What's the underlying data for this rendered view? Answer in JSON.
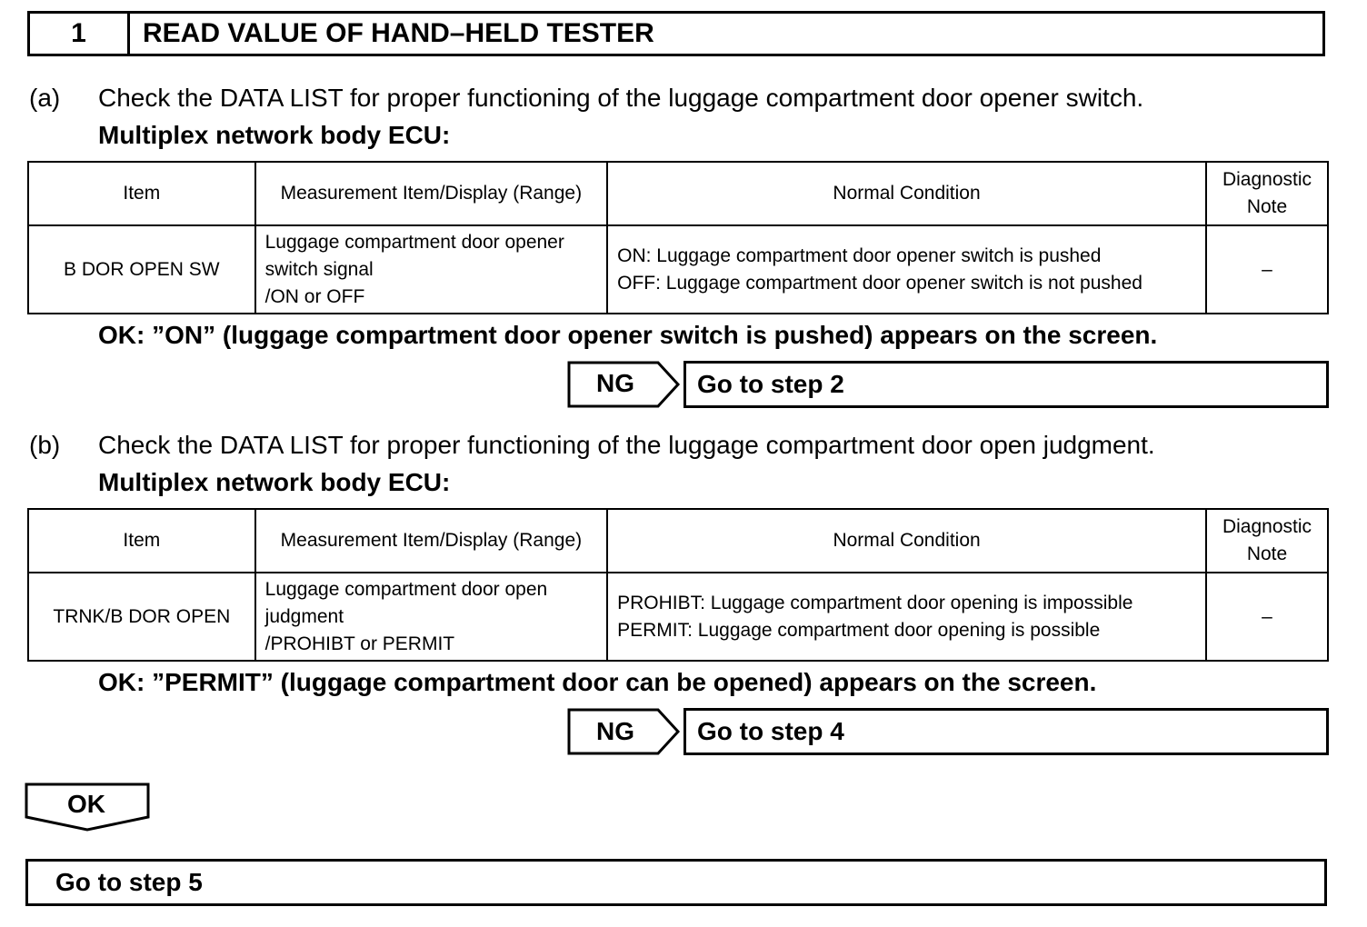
{
  "step": {
    "number": "1",
    "title": "READ VALUE OF HAND–HELD TESTER"
  },
  "part_a": {
    "label": "(a)",
    "instruction": "Check the DATA LIST for proper functioning of the luggage compartment door opener switch.",
    "subheading": "Multiplex network body ECU:",
    "table": {
      "headers": [
        "Item",
        "Measurement Item/Display (Range)",
        "Normal Condition",
        "Diagnostic",
        "Note"
      ],
      "row": {
        "item": "B DOR OPEN SW",
        "measurement": [
          "Luggage compartment door opener",
          "switch signal",
          "/ON or OFF"
        ],
        "normal": [
          "ON: Luggage compartment door opener switch is pushed",
          "OFF: Luggage compartment door opener switch is not pushed"
        ],
        "note": "–"
      }
    },
    "ok": "OK: ”ON” (luggage compartment door opener switch is pushed) appears on the screen.",
    "ng_label": "NG",
    "ng_goto": "Go to step 2"
  },
  "part_b": {
    "label": "(b)",
    "instruction": "Check the DATA LIST for proper functioning of the luggage compartment door open judgment.",
    "subheading": "Multiplex network body ECU:",
    "table": {
      "headers": [
        "Item",
        "Measurement Item/Display (Range)",
        "Normal Condition",
        "Diagnostic",
        "Note"
      ],
      "row": {
        "item": "TRNK/B DOR OPEN",
        "measurement": [
          "Luggage compartment door open",
          "judgment",
          "/PROHIBT or PERMIT"
        ],
        "normal": [
          "PROHIBT: Luggage compartment door opening is impossible",
          "PERMIT: Luggage compartment door opening is possible"
        ],
        "note": "–"
      }
    },
    "ok": "OK: ”PERMIT” (luggage compartment door can be opened) appears on the screen.",
    "ng_label": "NG",
    "ng_goto": "Go to step 4"
  },
  "ok_tag": "OK",
  "final_goto": "Go to step 5"
}
